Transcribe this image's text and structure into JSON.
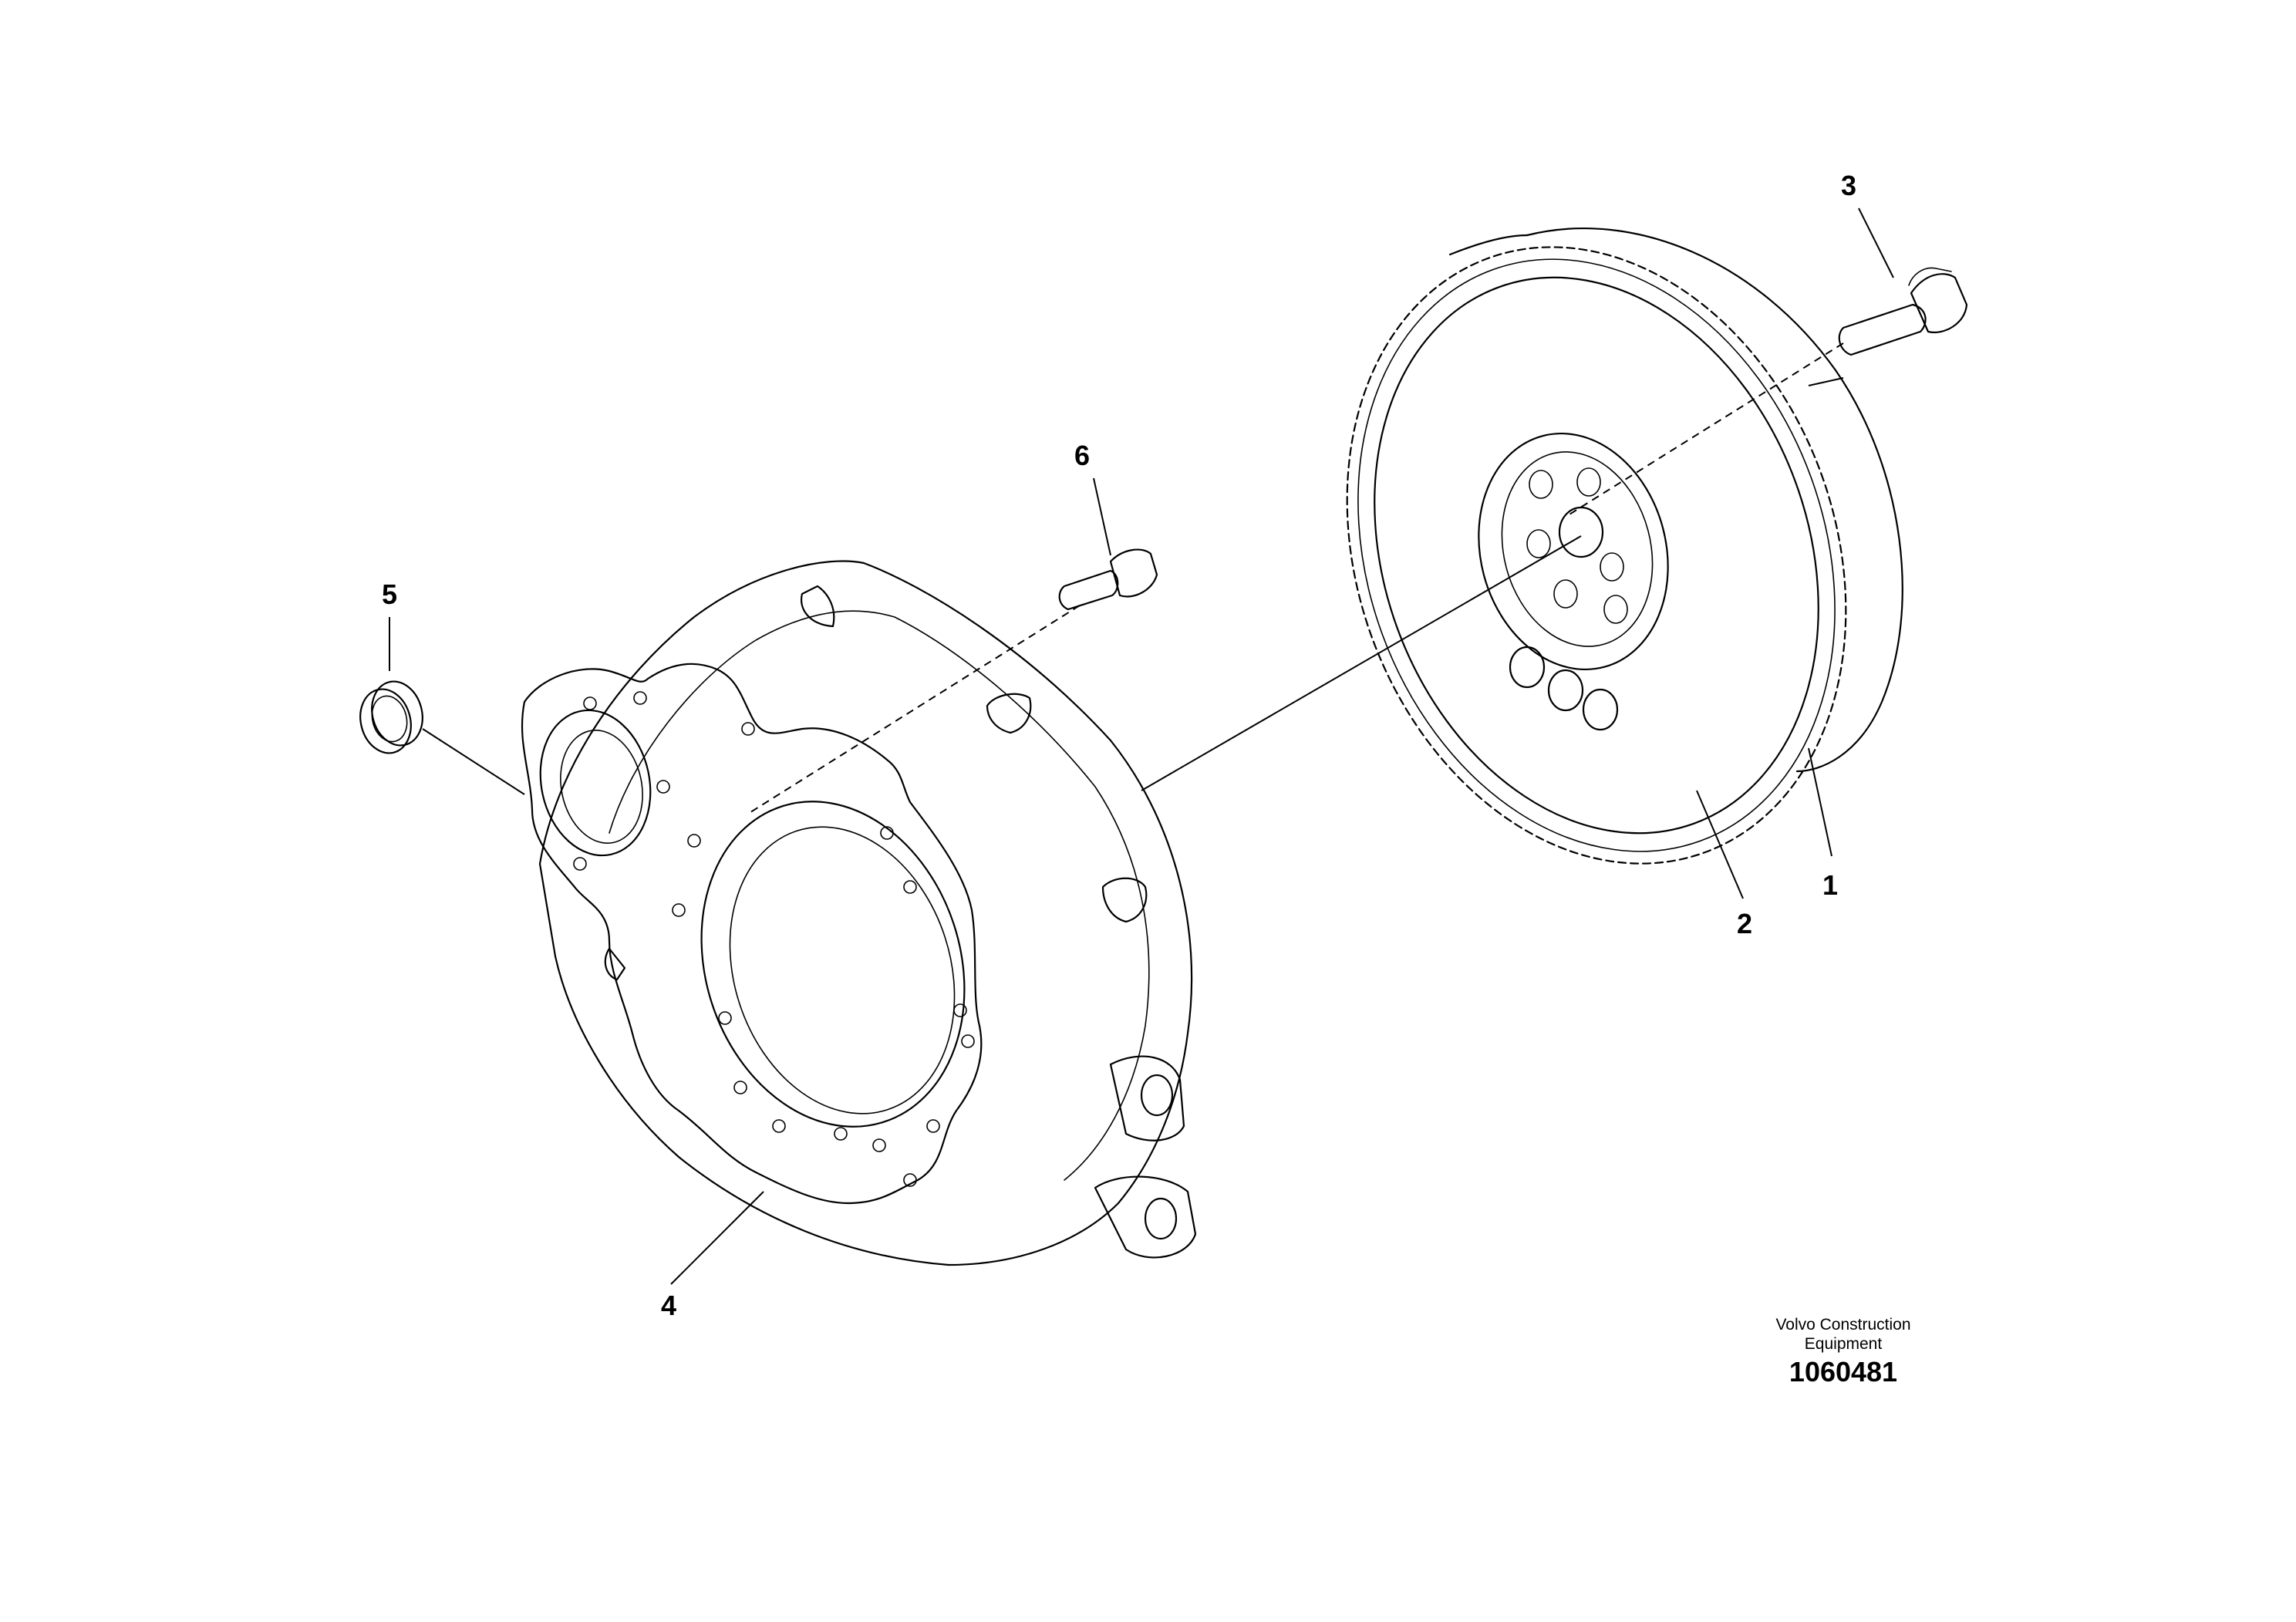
{
  "callouts": [
    {
      "id": "1",
      "label": "1"
    },
    {
      "id": "2",
      "label": "2"
    },
    {
      "id": "3",
      "label": "3"
    },
    {
      "id": "4",
      "label": "4"
    },
    {
      "id": "5",
      "label": "5"
    },
    {
      "id": "6",
      "label": "6"
    }
  ],
  "caption": {
    "manufacturer_line1": "Volvo Construction",
    "manufacturer_line2": "Equipment",
    "drawing_number": "1060481"
  }
}
